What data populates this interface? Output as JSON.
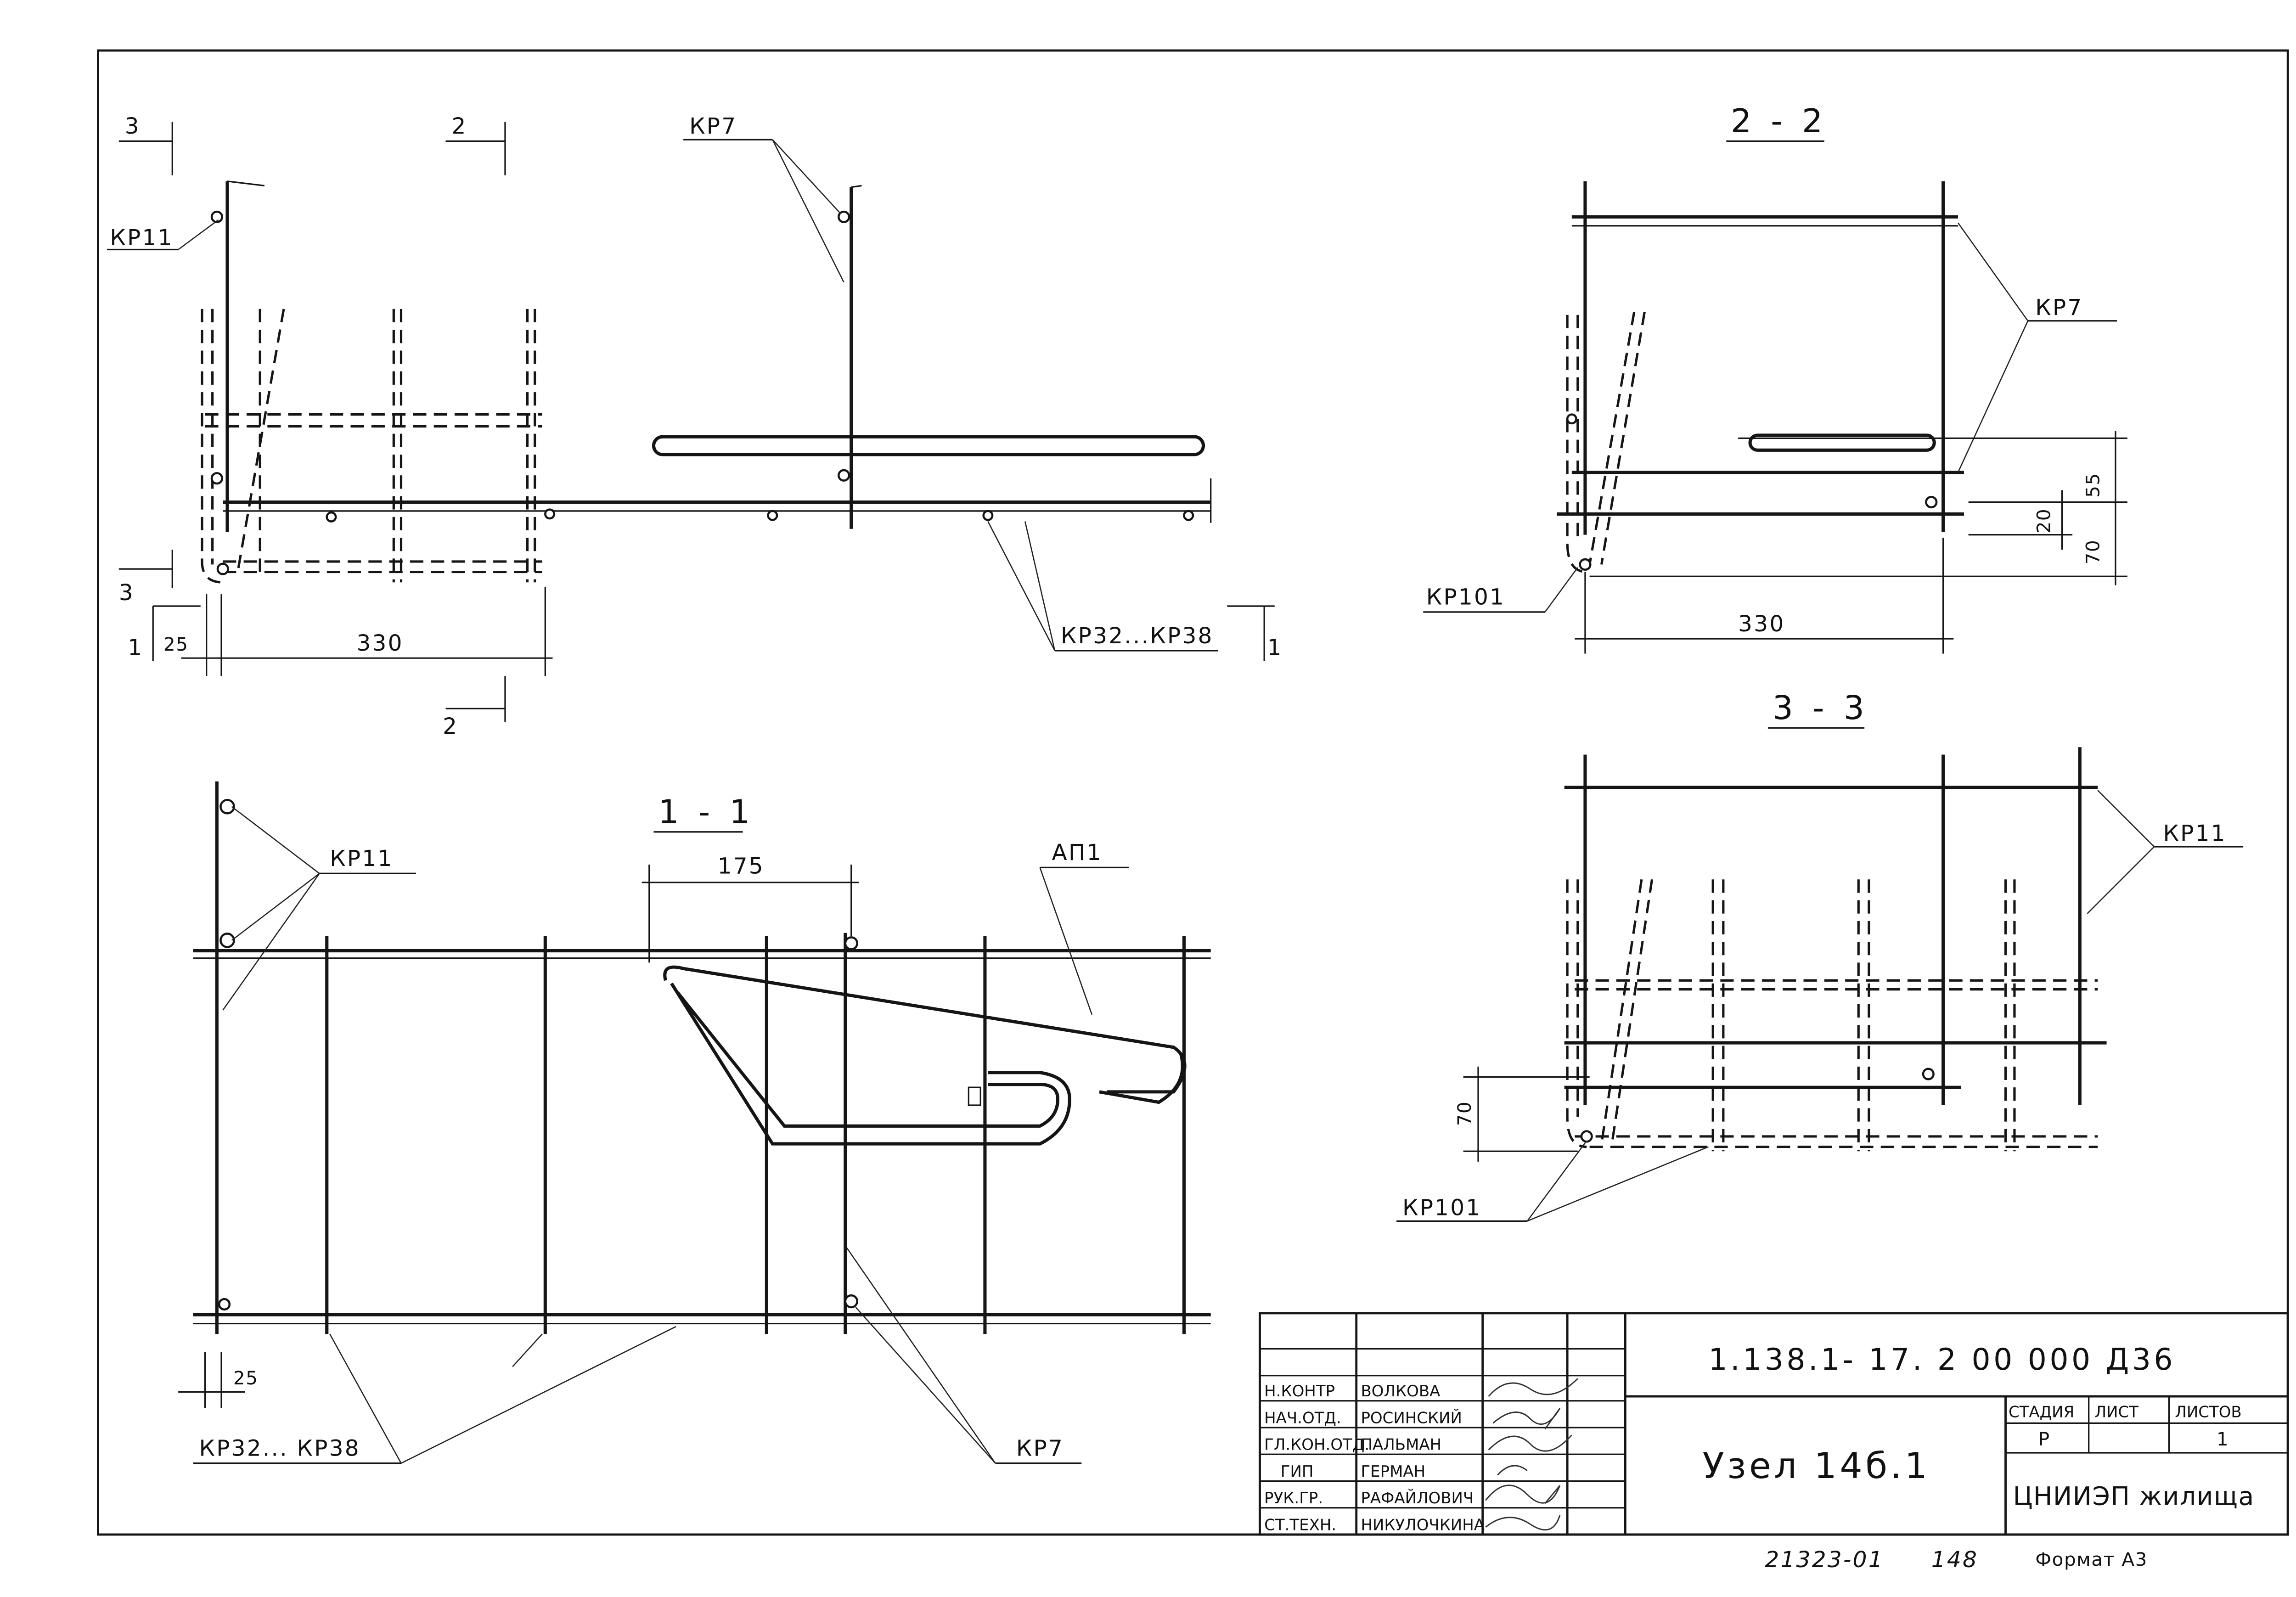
{
  "marks": {
    "kr11": "КР11",
    "kr7": "КР7",
    "kr101": "КР101",
    "kr32_38_a": "КР32...КР38",
    "kr32_38_b": "КР32... КР38",
    "ap1": "АП1"
  },
  "sections": {
    "s1": "1",
    "s2": "2",
    "s3": "3",
    "section_1_1": "1 - 1",
    "section_2_2": "2 - 2",
    "section_3_3": "3 - 3"
  },
  "dimensions": {
    "d25": "25",
    "d330": "330",
    "d175": "175",
    "d55": "55",
    "d20": "20",
    "d70": "70"
  },
  "title_block": {
    "doc_code": "1.138.1- 17. 2 00 000 Д36",
    "node_title": "Узел 14б.1",
    "org": "ЦНИИЭП жилища",
    "stage_header": "СТАДИЯ",
    "sheet_header": "ЛИСТ",
    "sheets_header": "ЛИСТОВ",
    "stage": "Р",
    "sheets_count": "1",
    "roles": [
      "Н.КОНТР",
      "НАЧ.ОТД.",
      "ГЛ.КОН.ОТД.",
      "ГИП",
      "РУК.ГР.",
      "СТ.ТЕХН."
    ],
    "names": [
      "ВОЛКОВА",
      "РОСИНСКИЙ",
      "ПАЛЬМАН",
      "ГЕРМАН",
      "РАФАЙЛОВИЧ",
      "НИКУЛОЧКИНА"
    ]
  },
  "footer": {
    "inv_number": "21323-01",
    "page_number": "148",
    "format": "Формат А3"
  }
}
